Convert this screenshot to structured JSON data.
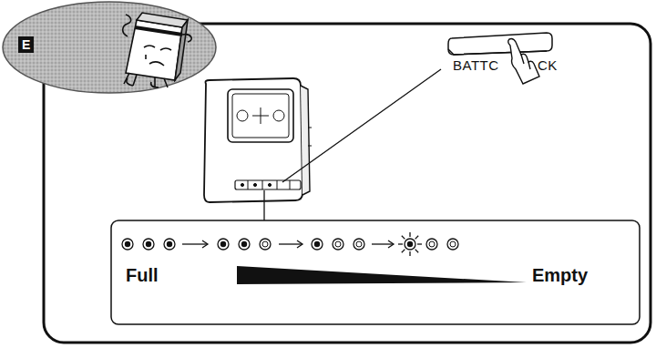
{
  "diagram": {
    "labels": [
      "E",
      "BATTC",
      "CK",
      "Full",
      "Empty"
    ]
  }
}
